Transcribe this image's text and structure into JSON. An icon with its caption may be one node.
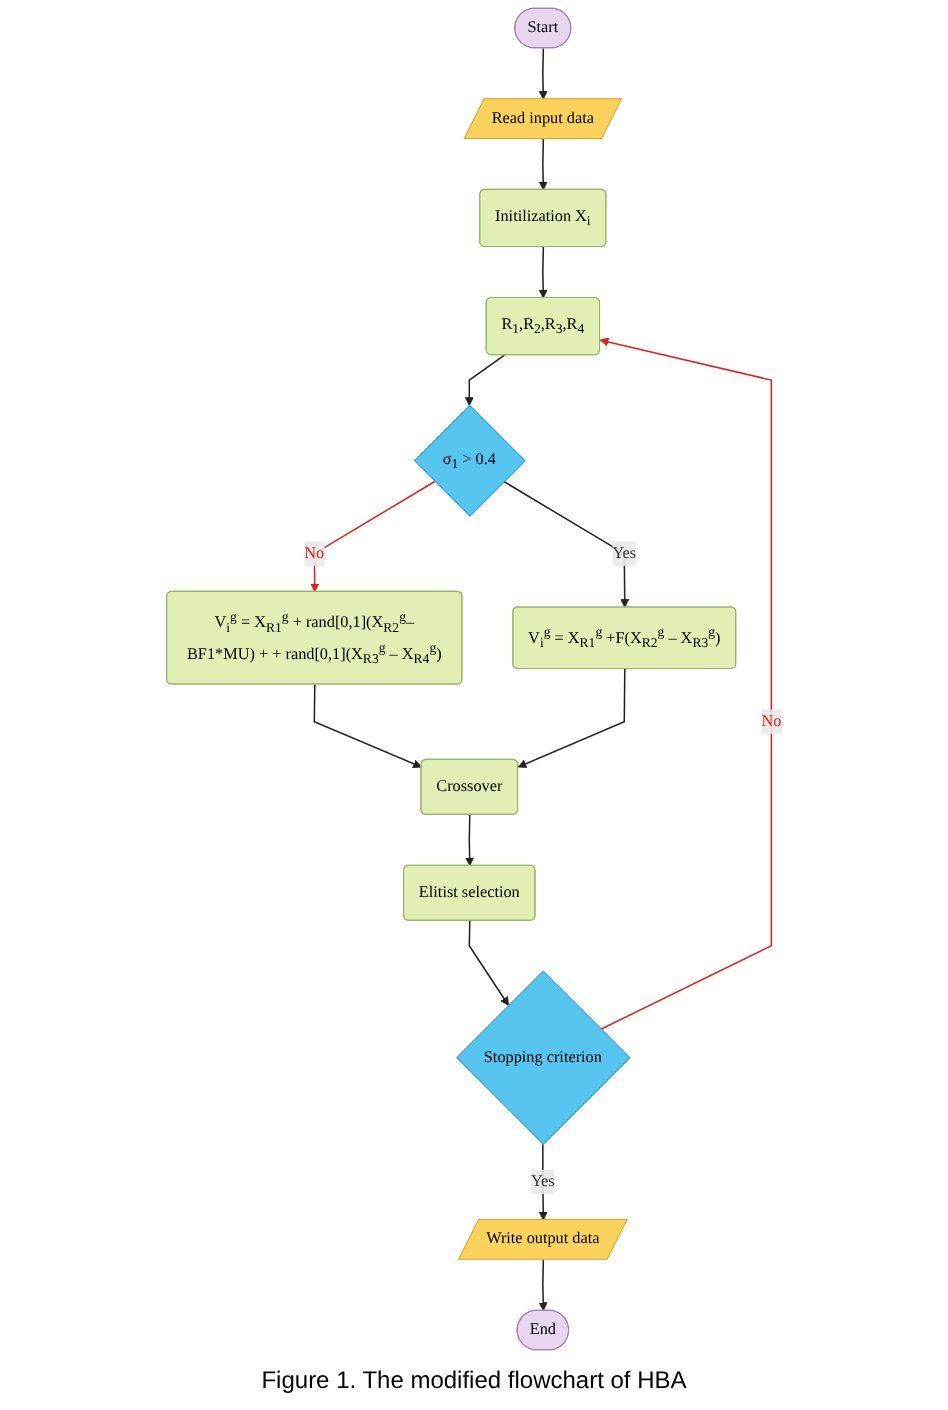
{
  "diagram": {
    "caption": "Figure 1. The modified flowchart of HBA",
    "nodes": [
      {
        "text": [
          "Start"
        ]
      },
      {
        "text": [
          "Read input data"
        ]
      },
      {
        "text": [
          "Initilization X$_{i}$"
        ]
      },
      {
        "text": [
          "R$_{1}$,R$_{2}$,R$_{3}$,R$_{4}$"
        ]
      },
      {
        "text": [
          "σ$_{1}$ > 0.4"
        ]
      },
      {
        "text": [
          "V$_{i}$$^{g}$ = X$_{R1}$$^{g}$ + rand[0,1](X$_{R2}$$^{g}$–BF1*MU) + + rand[0,1](X$_{R3}$$^{g}$ – X$_{R4}$$^{g}$)"
        ]
      },
      {
        "text": [
          "V$_{i}$$^{g}$ = X$_{R1}$$^{g}$ +F(X$_{R2}$$^{g}$ – X$_{R3}$$^{g}$)"
        ]
      },
      {
        "text": [
          "Crossover"
        ]
      },
      {
        "text": [
          "Elitist selection"
        ]
      },
      {
        "text": [
          "Stopping criterion"
        ]
      },
      {
        "text": [
          "Write output data"
        ]
      },
      {
        "text": [
          "End"
        ]
      }
    ],
    "edges": [
      {
        "from": 0,
        "to": 1,
        "arrow": "to"
      },
      {
        "from": 1,
        "to": 2,
        "arrow": "to"
      },
      {
        "from": 2,
        "to": 3,
        "arrow": "to"
      },
      {
        "from": 3,
        "to": 4,
        "arrow": "to"
      },
      {
        "from": 4,
        "to": 5,
        "arrow": "to",
        "label": "No",
        "color": "#e02020"
      },
      {
        "from": 4,
        "to": 6,
        "arrow": "to",
        "label": "Yes"
      },
      {
        "from": 5,
        "to": 7,
        "arrow": "to"
      },
      {
        "from": 6,
        "to": 7,
        "arrow": "to"
      },
      {
        "from": 7,
        "to": 8,
        "arrow": "to"
      },
      {
        "from": 8,
        "to": 9,
        "arrow": "to"
      },
      {
        "from": 9,
        "to": 10,
        "arrow": "to",
        "label": "Yes"
      },
      {
        "from": 9,
        "to": 3,
        "arrow": "to",
        "label": "No",
        "color": "#e02020"
      },
      {
        "from": 10,
        "to": 11,
        "arrow": "to"
      }
    ]
  }
}
